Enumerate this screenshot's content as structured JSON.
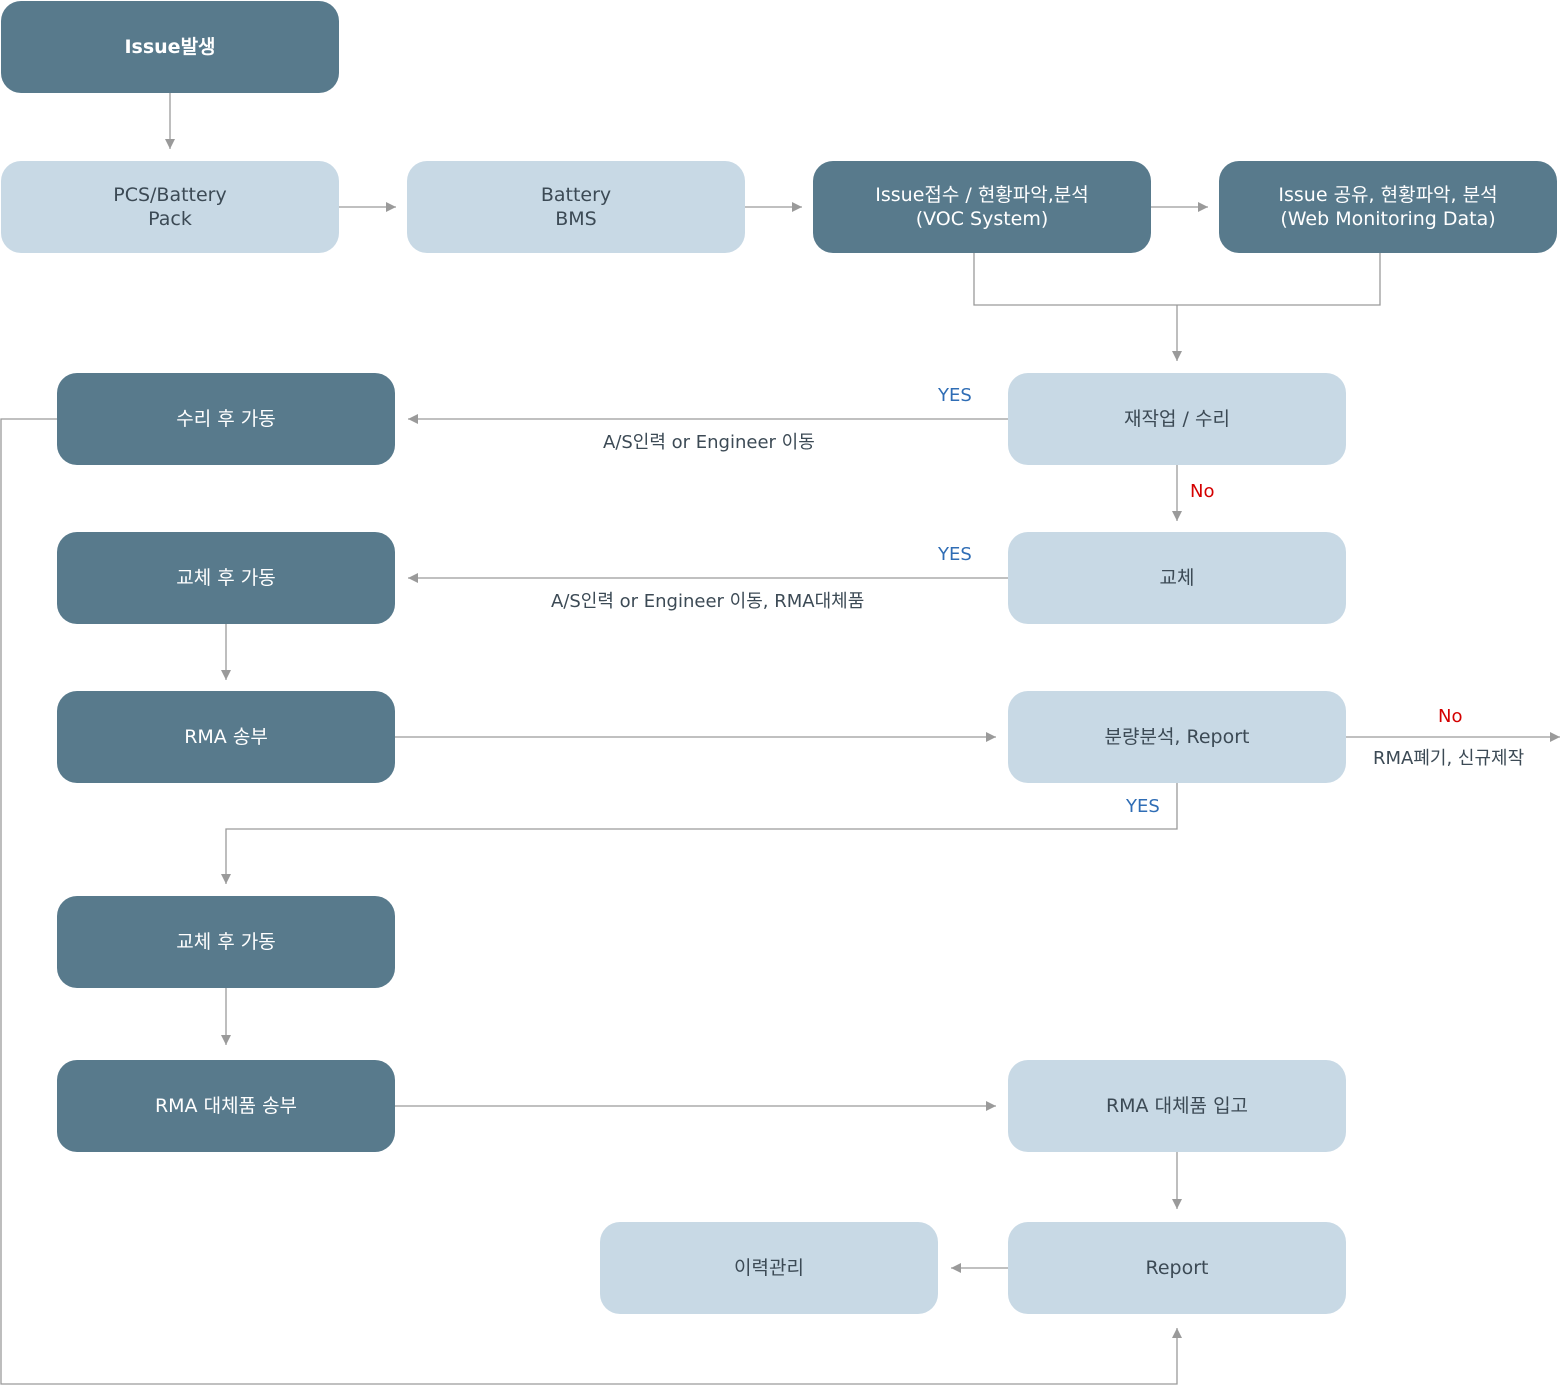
{
  "nodes": {
    "issue": "Issue발생",
    "pcs_line1": "PCS/Battery",
    "pcs_line2": "Pack",
    "bms_line1": "Battery",
    "bms_line2": "BMS",
    "voc_line1": "Issue접수 / 현황파악,분석",
    "voc_line2": "(VOC System)",
    "web_line1": "Issue 공유, 현황파악, 분석",
    "web_line2": "(Web Monitoring Data)",
    "repair_run": "수리 후 가동",
    "rework": "재작업 / 수리",
    "replace_run_1": "교체 후 가동",
    "replace": "교체",
    "rma_send": "RMA 송부",
    "analysis": "분량분석, Report",
    "replace_run_2": "교체 후 가동",
    "rma_sub_send": "RMA 대체품 송부",
    "rma_sub_recv": "RMA 대체품 입고",
    "history": "이력관리",
    "report": "Report"
  },
  "labels": {
    "yes1": "YES",
    "move1": "A/S인력 or Engineer 이동",
    "no1": "No",
    "yes2": "YES",
    "move2": "A/S인력 or Engineer 이동, RMA대체품",
    "no2": "No",
    "discard": "RMA폐기, 신규제작",
    "yes3": "YES"
  },
  "colors": {
    "dark_box": "#587a8c",
    "light_box": "#c8d9e5",
    "line": "#9a9a9a",
    "yes": "#2f6db5",
    "no": "#d40000"
  }
}
